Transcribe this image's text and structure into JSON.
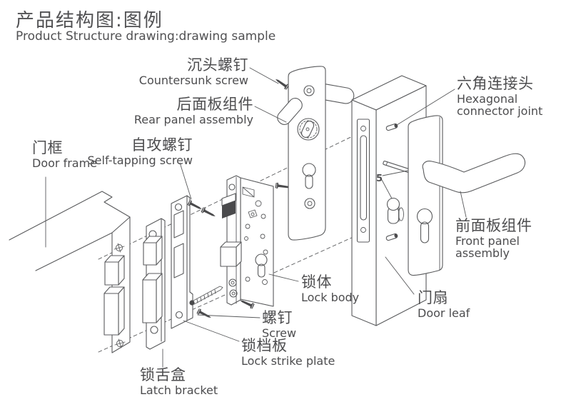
{
  "title": {
    "cn": "产品结构图:图例",
    "en": "Product Structure drawing:drawing sample"
  },
  "labels": {
    "countersunk_screw": {
      "cn": "沉头螺钉",
      "en": "Countersunk screw"
    },
    "rear_panel_assembly": {
      "cn": "后面板组件",
      "en": "Rear panel assembly"
    },
    "self_tapping_screw": {
      "cn": "自攻螺钉",
      "en": "Self-tapping screw"
    },
    "door_frame": {
      "cn": "门框",
      "en": "Door frame"
    },
    "hexagonal_connector_joint": {
      "cn": "六角连接头",
      "en": "Hexagonal connector joint"
    },
    "front_panel_assembly": {
      "cn": "前面板组件",
      "en": "Front panel assembly"
    },
    "lock_body": {
      "cn": "锁体",
      "en": "Lock body"
    },
    "door_leaf": {
      "cn": "门扇",
      "en": "Door leaf"
    },
    "screw": {
      "cn": "螺钉",
      "en": "Screw"
    },
    "lock_strike_plate": {
      "cn": "锁档板",
      "en": "Lock strike plate"
    },
    "latch_bracket": {
      "cn": "锁舌盒",
      "en": "Latch bracket"
    }
  },
  "part_marker": "5",
  "colors": {
    "text": "#4d4d4f",
    "line": "#595a5c",
    "background": "#ffffff"
  }
}
